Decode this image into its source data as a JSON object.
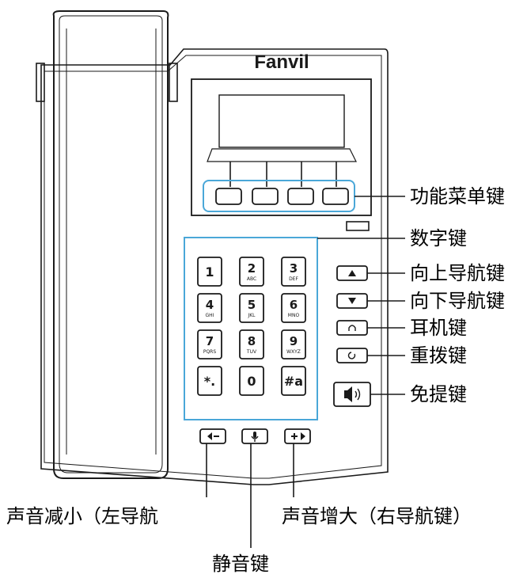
{
  "brand": "Fanvil",
  "keypad": [
    {
      "digit": "1",
      "letters": ""
    },
    {
      "digit": "2",
      "letters": "ABC"
    },
    {
      "digit": "3",
      "letters": "DEF"
    },
    {
      "digit": "4",
      "letters": "GHI"
    },
    {
      "digit": "5",
      "letters": "JKL"
    },
    {
      "digit": "6",
      "letters": "MNO"
    },
    {
      "digit": "7",
      "letters": "PQRS"
    },
    {
      "digit": "8",
      "letters": "TUV"
    },
    {
      "digit": "9",
      "letters": "WXYZ"
    },
    {
      "digit": "*.",
      "letters": ""
    },
    {
      "digit": "0",
      "letters": ""
    },
    {
      "digit": "#a",
      "letters": ""
    }
  ],
  "labels": {
    "function_keys": "功能菜单键",
    "number_keys": "数字键",
    "nav_up": "向上导航键",
    "nav_down": "向下导航键",
    "headset": "耳机键",
    "redial": "重拨键",
    "handsfree": "免提键",
    "vol_down": "声音减小（左导航",
    "vol_up": "声音增大（右导航键）",
    "mute": "静音键"
  },
  "icons": {
    "nav_up": "triangle-up-icon",
    "nav_down": "triangle-down-icon",
    "headset": "headset-icon",
    "redial": "redial-icon",
    "handsfree": "speaker-icon",
    "vol_down": "volume-down-left-icon",
    "mute": "microphone-icon",
    "vol_up": "volume-up-right-icon"
  },
  "colors": {
    "highlight": "#4aa7d8",
    "outline": "#1a1a1a",
    "ink": "#000000"
  }
}
